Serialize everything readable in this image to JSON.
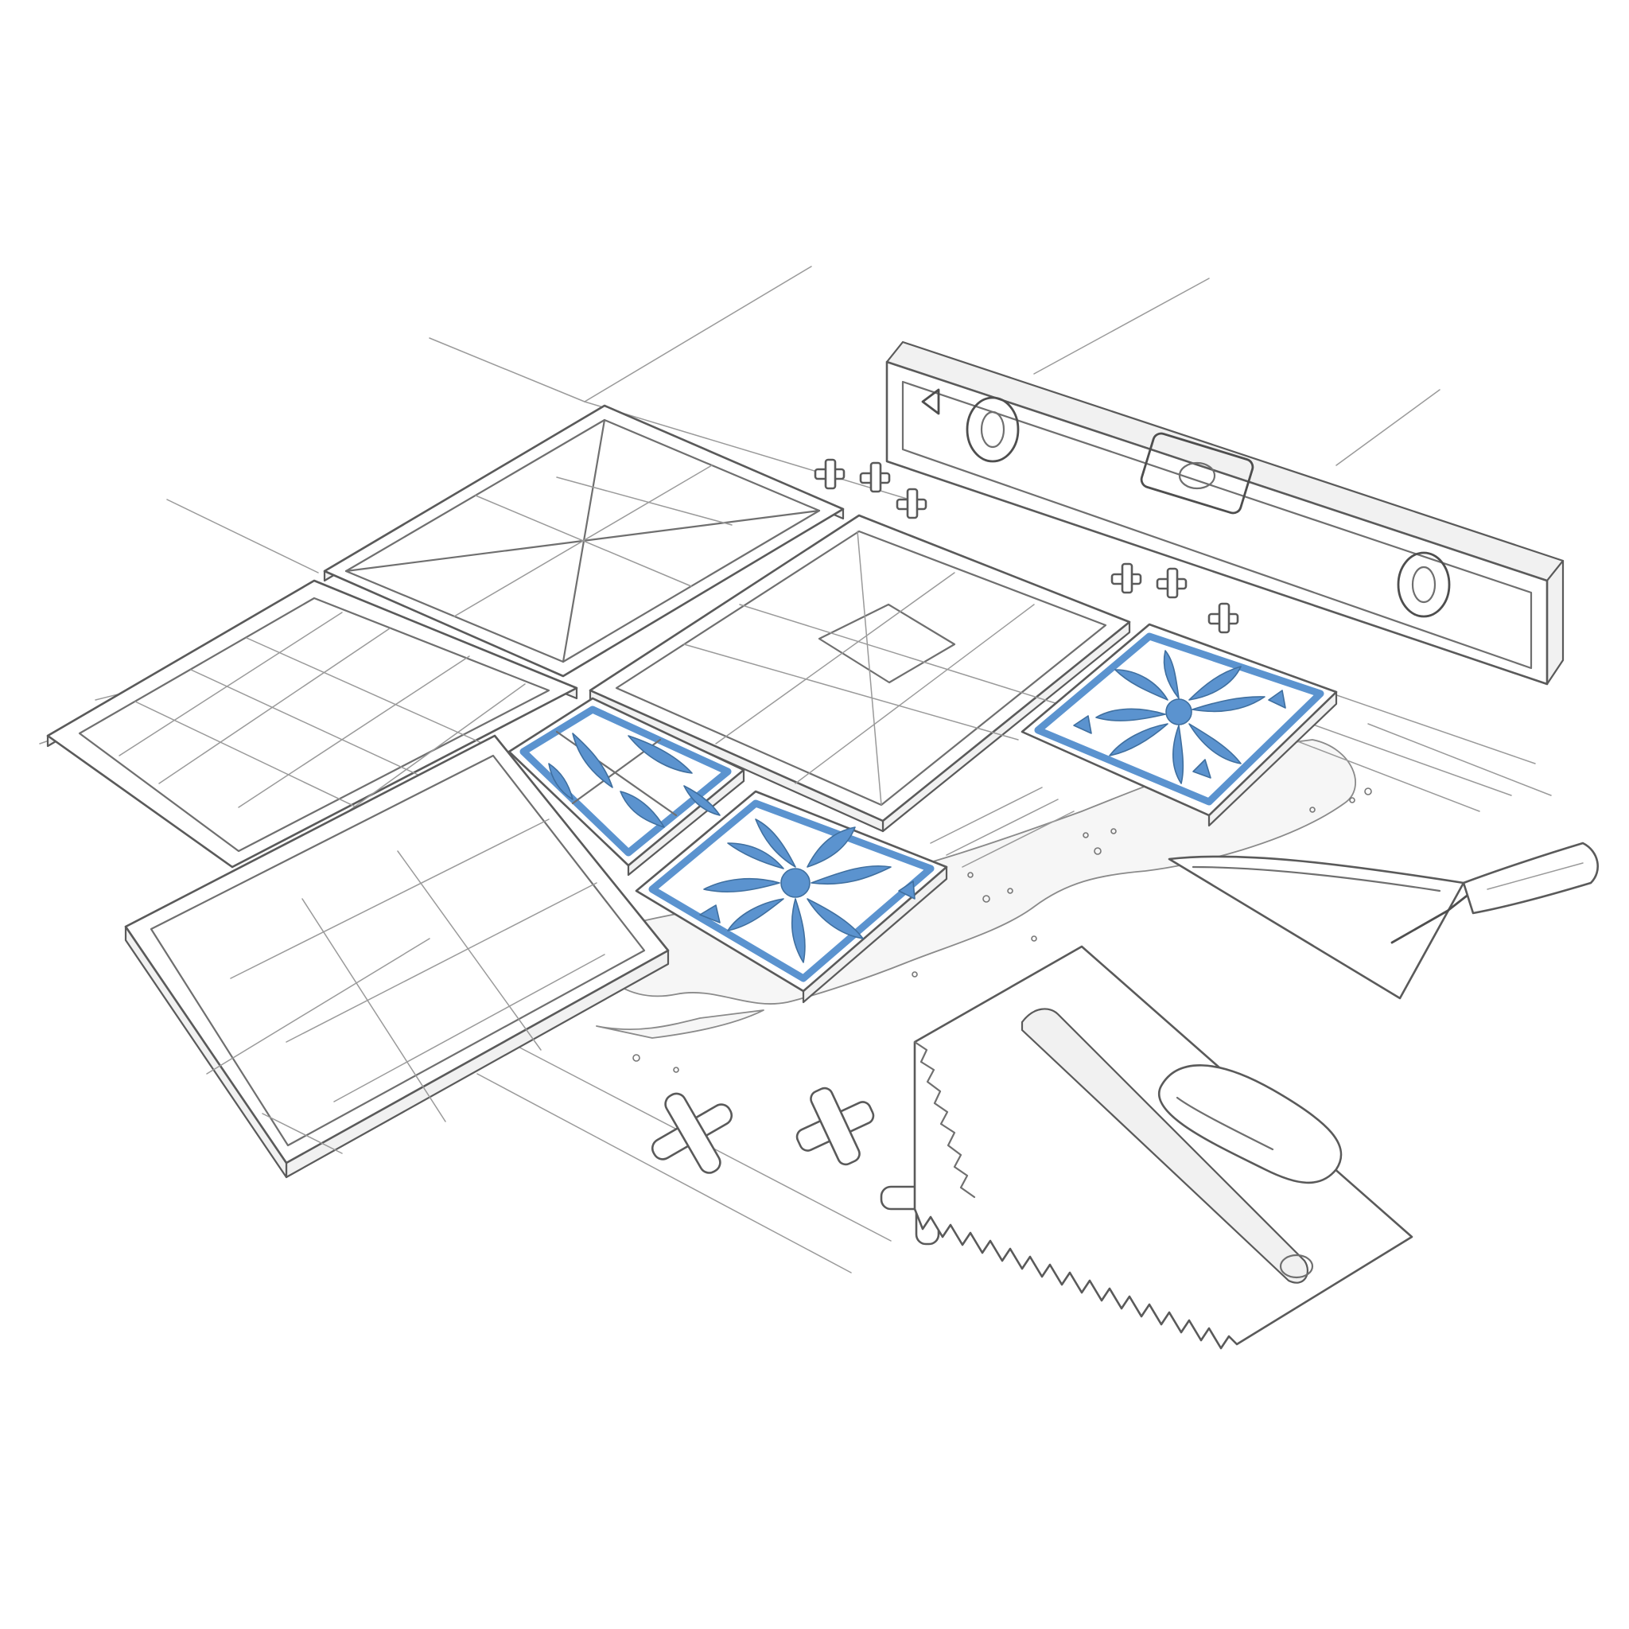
{
  "scene": {
    "subject": "tile-installation-sketch",
    "style": "pencil-sketch",
    "colors": {
      "paper": "#ffffff",
      "pencil": "#6f6f6f",
      "pencil_dark": "#4e4e4e",
      "tile_accent": "#5b93cf",
      "tile_accent_stroke": "#3f6f9f"
    },
    "objects": [
      "existing-floor-tiles",
      "large-geometric-tiles",
      "blue-patterned-tiles",
      "spirit-level",
      "notched-trowel",
      "pointing-trowel",
      "tile-spacers",
      "mortar-bed"
    ]
  }
}
